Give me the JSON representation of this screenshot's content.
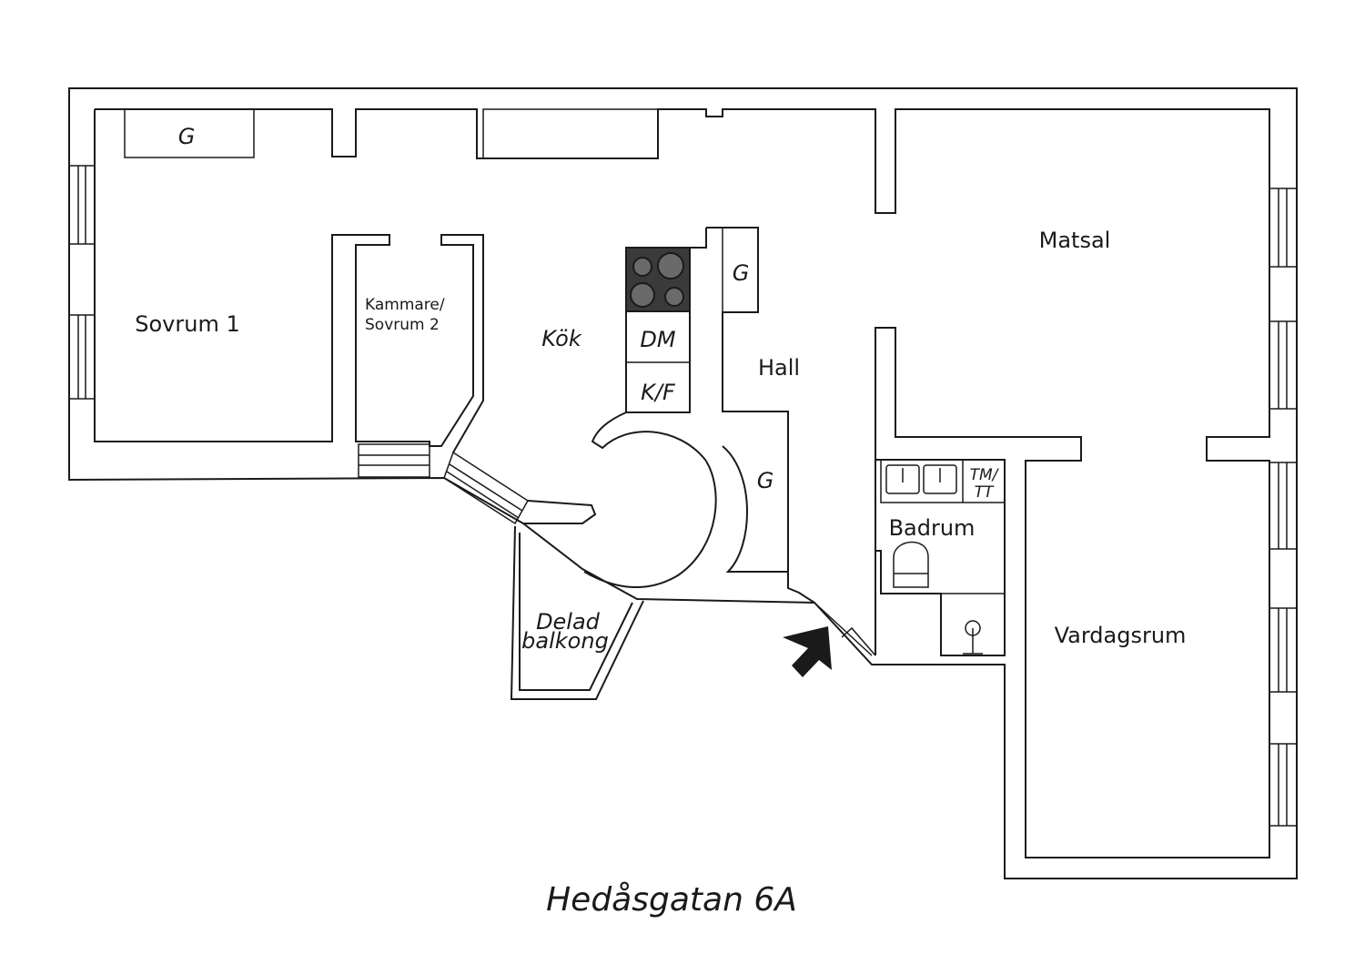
{
  "title": "Hedåsgatan 6A",
  "rooms": {
    "sovrum1": "Sovrum 1",
    "kammare_line1": "Kammare/",
    "kammare_line2": "Sovrum 2",
    "kok": "Kök",
    "hall": "Hall",
    "matsal": "Matsal",
    "badrum": "Badrum",
    "vardagsrum": "Vardagsrum",
    "balkong_line1": "Delad",
    "balkong_line2": "balkong"
  },
  "fixtures": {
    "wardrobe": "G",
    "dishwasher": "DM",
    "fridge_freezer": "K/F",
    "washer_line1": "TM/",
    "washer_line2": "TT"
  },
  "colors": {
    "line": "#1a1a1a",
    "stove": "#3a3a3a",
    "background": "#ffffff"
  }
}
